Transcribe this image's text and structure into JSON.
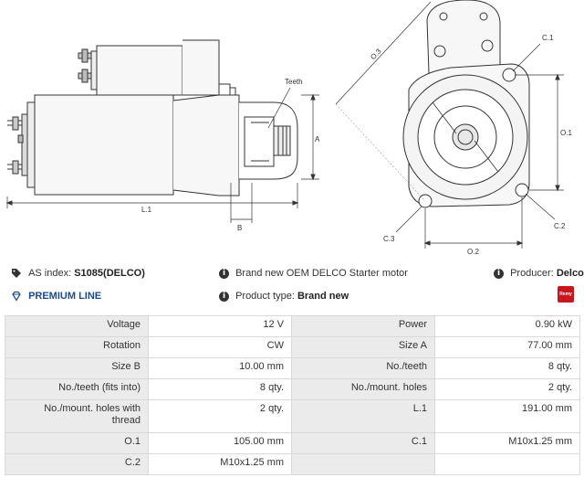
{
  "drawing": {
    "labels": {
      "teeth": "Teeth",
      "a": "A",
      "b": "B",
      "l1": "L.1",
      "o3": "O.3",
      "c1": "C.1",
      "o1": "O.1",
      "c2": "C.2",
      "c3": "C.3",
      "o2": "O.2"
    }
  },
  "info": {
    "as_index_label": "AS index:",
    "as_index_value": "S1085(DELCO)",
    "description": "Brand new OEM DELCO Starter motor",
    "producer_label": "Producer:",
    "producer_value": "Delco",
    "premium_line": "PREMIUM LINE",
    "product_type_label": "Product type:",
    "product_type_value": "Brand new",
    "brand_logo_text": "Remy"
  },
  "specs": [
    [
      "Voltage",
      "12 V",
      "Power",
      "0.90 kW"
    ],
    [
      "Rotation",
      "CW",
      "Size A",
      "77.00 mm"
    ],
    [
      "Size B",
      "10.00 mm",
      "No./teeth",
      "8 qty."
    ],
    [
      "No./teeth (fits into)",
      "8 qty.",
      "No./mount. holes",
      "2 qty."
    ],
    [
      "No./mount. holes with thread",
      "2 qty.",
      "L.1",
      "191.00 mm"
    ],
    [
      "O.1",
      "105.00 mm",
      "C.1",
      "M10x1.25 mm"
    ],
    [
      "C.2",
      "M10x1.25 mm",
      "",
      ""
    ]
  ]
}
